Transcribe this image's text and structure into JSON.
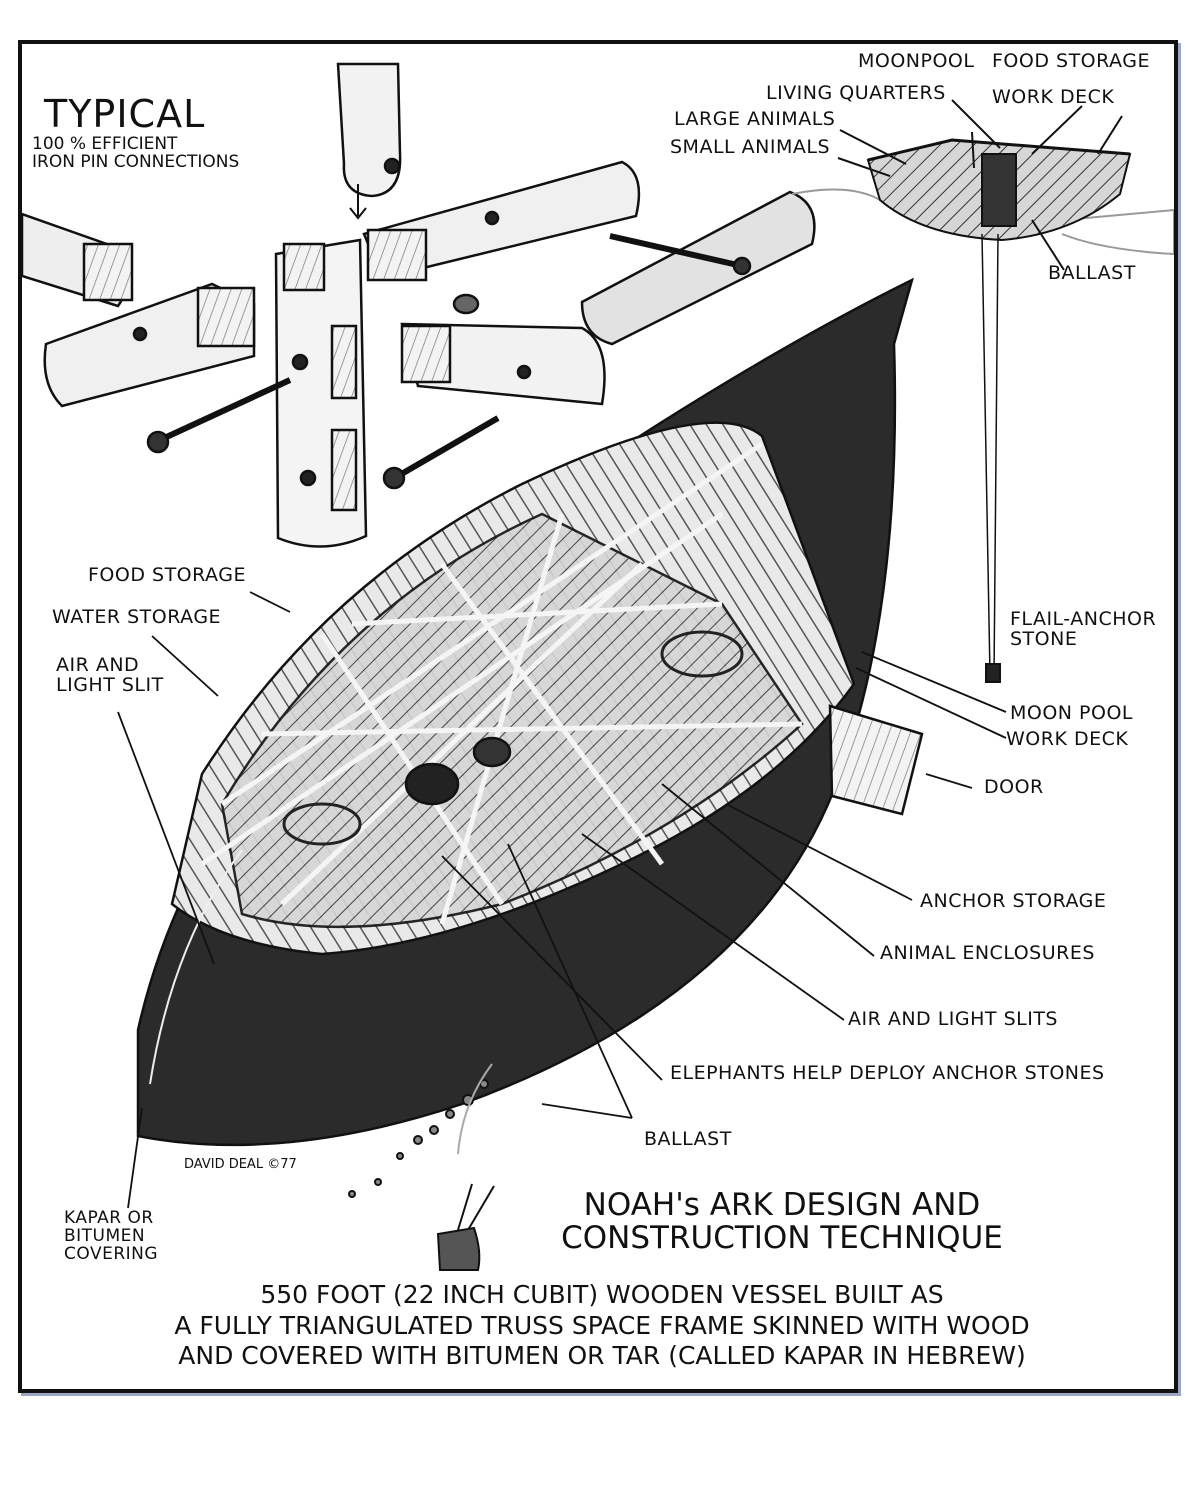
{
  "typical_title": "TYPICAL",
  "typical_subtitle_1": "100 % EFFICIENT",
  "typical_subtitle_2": "IRON PIN CONNECTIONS",
  "inset_labels": {
    "moonpool": "MOONPOOL",
    "food_storage": "FOOD STORAGE",
    "living_quarters": "LIVING QUARTERS",
    "work_deck": "WORK DECK",
    "large_animals": "LARGE ANIMALS",
    "small_animals": "SMALL ANIMALS",
    "ballast": "BALLAST"
  },
  "hull_labels": {
    "food_storage": "FOOD STORAGE",
    "water_storage": "WATER STORAGE",
    "air_light_slit_1": "AIR AND",
    "air_light_slit_2": "LIGHT SLIT",
    "flail_anchor_1": "FLAIL-ANCHOR",
    "flail_anchor_2": "STONE",
    "moon_pool": "MOON POOL",
    "work_deck": "WORK DECK",
    "door": "DOOR",
    "anchor_storage": "ANCHOR STORAGE",
    "animal_enclosures": "ANIMAL ENCLOSURES",
    "air_light_slits": "AIR AND LIGHT SLITS",
    "elephants": "ELEPHANTS HELP DEPLOY ANCHOR STONES",
    "ballast": "BALLAST",
    "kapar_1": "KAPAR OR",
    "kapar_2": "BITUMEN",
    "kapar_3": "COVERING"
  },
  "credit": "DAVID DEAL ©77",
  "main_title_1": "NOAH's ARK DESIGN AND",
  "main_title_2": "CONSTRUCTION TECHNIQUE",
  "caption_1": "550 FOOT (22 INCH CUBIT) WOODEN VESSEL BUILT AS",
  "caption_2": "A FULLY TRIANGULATED TRUSS SPACE FRAME SKINNED WITH WOOD",
  "caption_3": "AND COVERED WITH BITUMEN OR TAR (CALLED KAPAR IN HEBREW)"
}
